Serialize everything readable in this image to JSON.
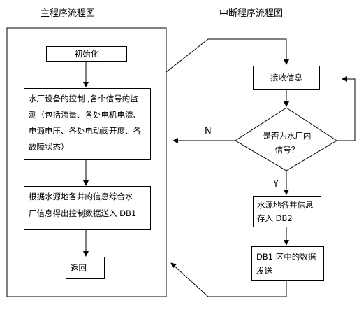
{
  "titles": {
    "main": "主程序流程图",
    "interrupt": "中断程序流程图"
  },
  "main_flow": {
    "init": "初始化",
    "monitor_lines": [
      "水厂设备的控制 ,各个信号的监",
      "测（包括流量、各处电机电流、",
      "电源电压、各处电动阀开度、各",
      "故障状态）"
    ],
    "compute_lines": [
      "根据水源地各井的信息综合水",
      "厂信息得出控制数据送入 DB1"
    ],
    "return": "返回"
  },
  "interrupt_flow": {
    "receive": "接收信息",
    "decision_lines": [
      "是否为水厂内",
      "信号？"
    ],
    "no_label": "N",
    "yes_label": "Y",
    "store_lines": [
      "水源地各井信息",
      "存入 DB2"
    ],
    "send_lines": [
      "DB1 区中的数据",
      "发送"
    ]
  }
}
